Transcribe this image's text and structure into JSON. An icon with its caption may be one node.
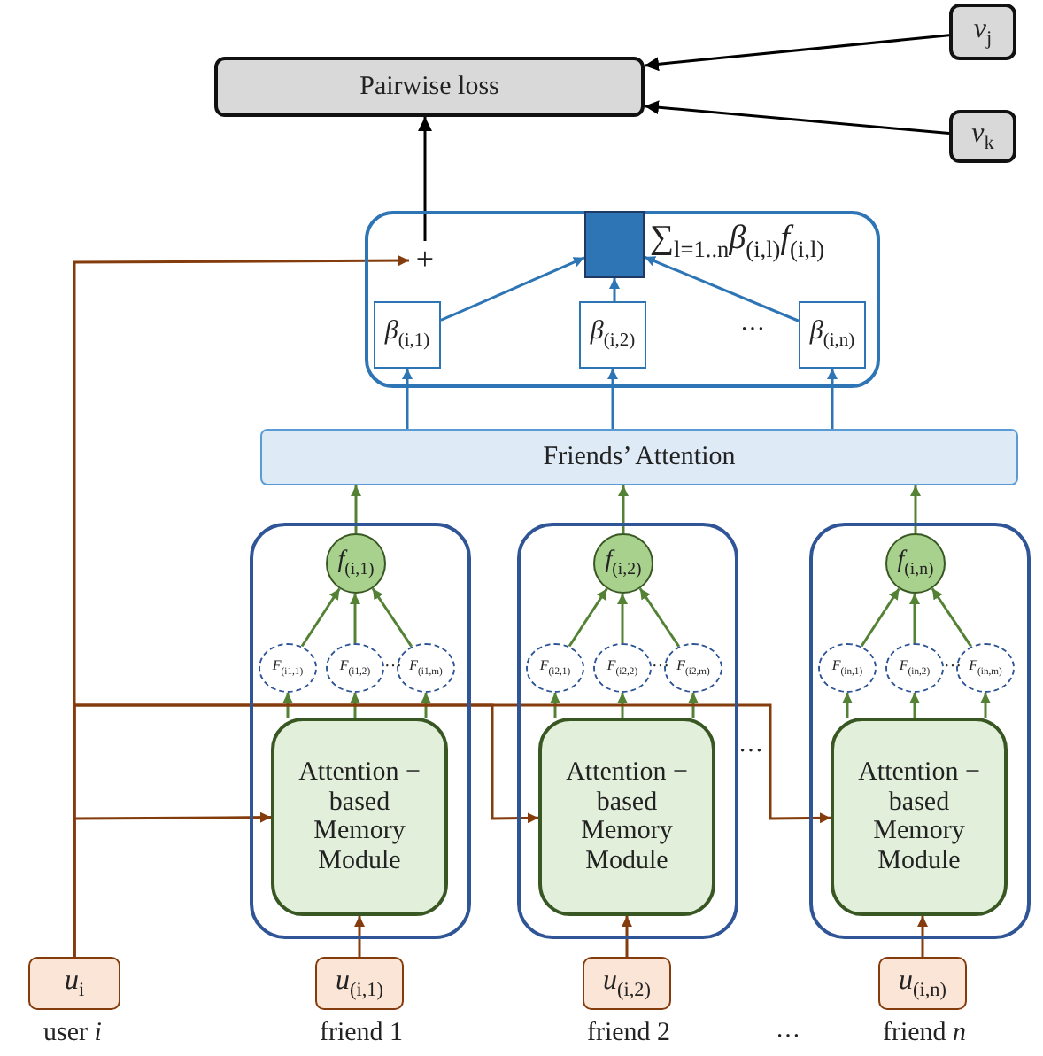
{
  "diagram": {
    "nodes": [
      {
        "text": [
          "Pairwise loss"
        ]
      },
      {
        "text": [
          "*v*$_{j}$"
        ]
      },
      {
        "text": [
          "*v*$_{k}$"
        ]
      },
      {
        "text": [],
        "shape": "box"
      },
      {
        "text": [
          "+"
        ],
        "in": 3
      },
      {
        "text": [],
        "shape": "box",
        "in": 3,
        "beside": [
          "∑$_{l=1..n}$*β*$_{(i,l)}$*f*$_{(i,l)}$"
        ]
      },
      {
        "text": [
          "*β*$_{(i,1)}$"
        ],
        "in": 3
      },
      {
        "text": [
          "*β*$_{(i,2)}$"
        ],
        "in": 3
      },
      {
        "text": [
          "*β*$_{(i,n)}$"
        ],
        "in": 3
      },
      {
        "text": [
          "Friends’ Attention"
        ]
      },
      {
        "text": [],
        "shape": "box"
      },
      {
        "text": [
          "*f*$_{(i,1)}$"
        ],
        "in": 10
      },
      {
        "text": [
          "*F*$_{(i1,1)}$"
        ],
        "in": 10
      },
      {
        "text": [
          "*F*$_{(i1,2)}$"
        ],
        "in": 10
      },
      {
        "text": [
          "*F*$_{(i1,m)}$"
        ],
        "in": 10
      },
      {
        "text": [
          "Attention − based Memory Module"
        ],
        "in": 10
      },
      {
        "text": [],
        "shape": "box"
      },
      {
        "text": [
          "*f*$_{(i,2)}$"
        ],
        "in": 16
      },
      {
        "text": [
          "*F*$_{(i2,1)}$"
        ],
        "in": 16
      },
      {
        "text": [
          "*F*$_{(i2,2)}$"
        ],
        "in": 16
      },
      {
        "text": [
          "*F*$_{(i2,m)}$"
        ],
        "in": 16
      },
      {
        "text": [
          "Attention − based Memory Module"
        ],
        "in": 16
      },
      {
        "text": [],
        "shape": "box"
      },
      {
        "text": [
          "*f*$_{(i,n)}$"
        ],
        "in": 22
      },
      {
        "text": [
          "*F*$_{(in,1)}$"
        ],
        "in": 22
      },
      {
        "text": [
          "*F*$_{(in,2)}$"
        ],
        "in": 22
      },
      {
        "text": [
          "*F*$_{(in,m)}$"
        ],
        "in": 22
      },
      {
        "text": [
          "Attention − based Memory Module"
        ],
        "in": 22
      },
      {
        "text": [
          "*u*$_{i}$"
        ],
        "beside": [
          "user *i*"
        ]
      },
      {
        "text": [
          "*u*$_{(i,1)}$"
        ],
        "beside": [
          "friend 1"
        ]
      },
      {
        "text": [
          "*u*$_{(i,2)}$"
        ],
        "beside": [
          "friend 2"
        ]
      },
      {
        "text": [
          "*u*$_{(i,n)}$"
        ],
        "beside": [
          "friend *n*"
        ]
      }
    ],
    "edges": [
      {
        "from": 1,
        "to": 0,
        "arrow": "to",
        "color": "#000000"
      },
      {
        "from": 2,
        "to": 0,
        "arrow": "to",
        "color": "#000000"
      },
      {
        "from": 4,
        "to": 0,
        "arrow": "to",
        "color": "#000000"
      },
      {
        "from": 28,
        "to": 4,
        "arrow": "to",
        "color": "#843c0c"
      },
      {
        "from": 6,
        "to": 5,
        "arrow": "to",
        "color": "#2e75b6"
      },
      {
        "from": 7,
        "to": 5,
        "arrow": "to",
        "color": "#2e75b6"
      },
      {
        "from": 8,
        "to": 5,
        "arrow": "to",
        "color": "#2e75b6"
      },
      {
        "from": 9,
        "to": 6,
        "arrow": "to",
        "color": "#2e75b6"
      },
      {
        "from": 9,
        "to": 7,
        "arrow": "to",
        "color": "#2e75b6"
      },
      {
        "from": 9,
        "to": 8,
        "arrow": "to",
        "color": "#2e75b6"
      },
      {
        "from": 11,
        "to": 9,
        "arrow": "to"
      },
      {
        "from": 12,
        "to": 11,
        "arrow": "to"
      },
      {
        "from": 13,
        "to": 11,
        "arrow": "to"
      },
      {
        "from": 14,
        "to": 11,
        "arrow": "to"
      },
      {
        "from": 15,
        "to": 12,
        "arrow": "to"
      },
      {
        "from": 15,
        "to": 13,
        "arrow": "to"
      },
      {
        "from": 15,
        "to": 14,
        "arrow": "to"
      },
      {
        "from": 29,
        "to": 15,
        "arrow": "to",
        "color": "#843c0c"
      },
      {
        "from": 28,
        "to": 15,
        "arrow": "to",
        "color": "#843c0c"
      },
      {
        "from": 17,
        "to": 9,
        "arrow": "to"
      },
      {
        "from": 18,
        "to": 17,
        "arrow": "to"
      },
      {
        "from": 19,
        "to": 17,
        "arrow": "to"
      },
      {
        "from": 20,
        "to": 17,
        "arrow": "to"
      },
      {
        "from": 21,
        "to": 18,
        "arrow": "to"
      },
      {
        "from": 21,
        "to": 19,
        "arrow": "to"
      },
      {
        "from": 21,
        "to": 20,
        "arrow": "to"
      },
      {
        "from": 30,
        "to": 21,
        "arrow": "to",
        "color": "#843c0c"
      },
      {
        "from": 28,
        "to": 21,
        "arrow": "to",
        "color": "#843c0c"
      },
      {
        "from": 23,
        "to": 9,
        "arrow": "to"
      },
      {
        "from": 24,
        "to": 23,
        "arrow": "to"
      },
      {
        "from": 25,
        "to": 23,
        "arrow": "to"
      },
      {
        "from": 26,
        "to": 23,
        "arrow": "to"
      },
      {
        "from": 27,
        "to": 24,
        "arrow": "to"
      },
      {
        "from": 27,
        "to": 25,
        "arrow": "to"
      },
      {
        "from": 27,
        "to": 26,
        "arrow": "to"
      },
      {
        "from": 31,
        "to": 27,
        "arrow": "to",
        "color": "#843c0c"
      },
      {
        "from": 28,
        "to": 27,
        "arrow": "to",
        "color": "#843c0c"
      }
    ],
    "labels": [
      "…",
      "…",
      "…",
      "…",
      "…",
      "…"
    ]
  }
}
